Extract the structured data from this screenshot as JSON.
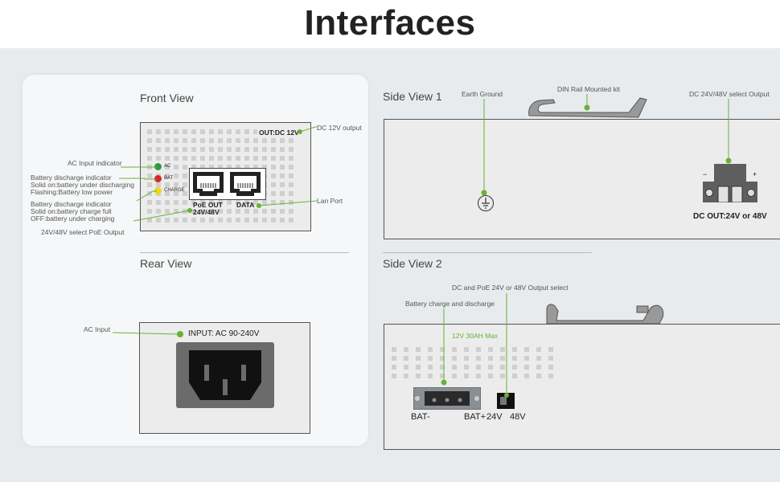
{
  "header": {
    "title": "Interfaces"
  },
  "front_view": {
    "title": "Front View",
    "out_label": "OUT:DC 12V",
    "led_labels": [
      "AC",
      "BAT",
      "CHARGE"
    ],
    "poe_out_label": "PoE OUT",
    "poe_volt_label": "24V/48V",
    "data_label": "DATA",
    "callouts": {
      "dc_output": "DC 12V output",
      "ac_indicator": "AC Input indicator",
      "bat_discharge_1": "Battery discharge indicator",
      "bat_discharge_2": "Solid on:battery under discharging",
      "bat_discharge_3": "Flashing:Battery low power",
      "bat_charge_1": "Battery discharge indicator",
      "bat_charge_2": "Solid on:battery charge full",
      "bat_charge_3": "OFF:battery under charging",
      "lan_port": "Lan Port",
      "poe_select": "24V/48V select PoE Output"
    }
  },
  "rear_view": {
    "title": "Rear View",
    "ac_input_callout": "AC Input",
    "input_label": "INPUT: AC 90-240V"
  },
  "side_view_1": {
    "title": "Side View 1",
    "earth_ground": "Earth Ground",
    "din_rail": "DIN Rail Mounted kit",
    "dc_select": "DC 24V/48V select Output",
    "minus_sign": "−",
    "plus_sign": "+",
    "dc_out_label": "DC OUT:24V or 48V"
  },
  "side_view_2": {
    "title": "Side View 2",
    "dc_poe_select": "DC and PoE 24V or 48V Output select",
    "battery_charge": "Battery charge and discharge",
    "capacity": "12V 30AH Max",
    "bat_minus": "BAT-",
    "bat_plus": "BAT+",
    "v24": "24V",
    "v48": "48V"
  },
  "colors": {
    "accent_green": "#6ab035",
    "led_green": "#2e9b3e",
    "led_red": "#d8252a",
    "led_yellow": "#f2d615"
  }
}
